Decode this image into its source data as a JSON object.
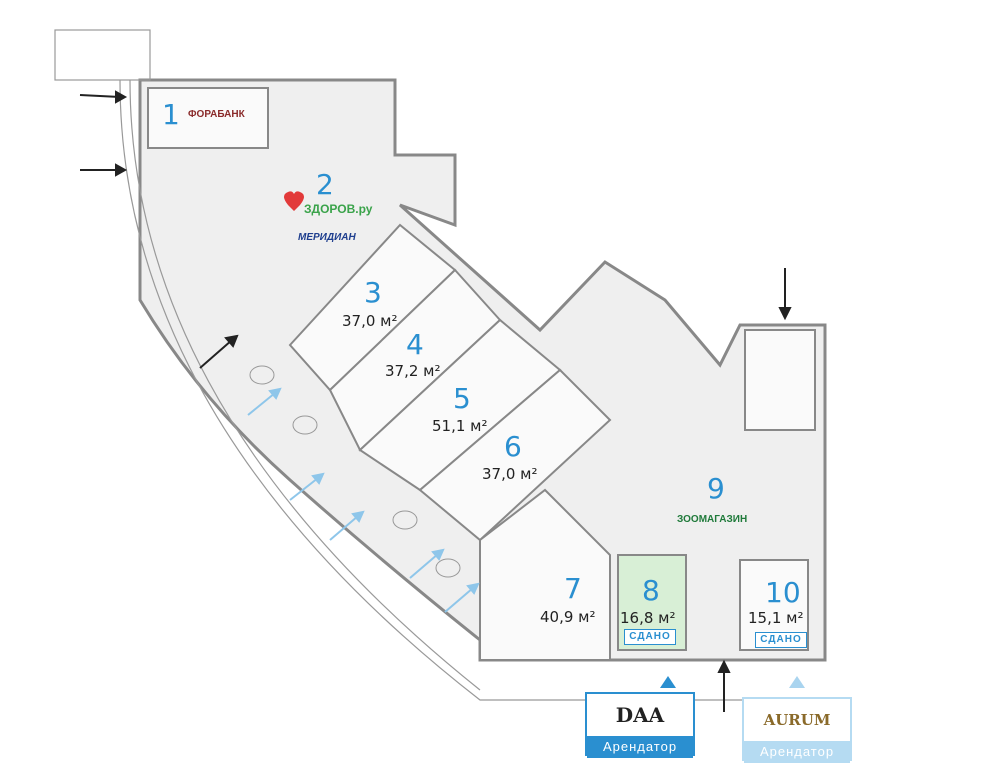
{
  "rooms": [
    {
      "number": "1",
      "tenant": "ФОРАБАНК"
    },
    {
      "number": "2",
      "tenant": "ЗДОРОВ.ру",
      "tenant2": "МЕРИДИАН"
    },
    {
      "number": "3",
      "area": "37,0 м²"
    },
    {
      "number": "4",
      "area": "37,2 м²"
    },
    {
      "number": "5",
      "area": "51,1 м²"
    },
    {
      "number": "6",
      "area": "37,0 м²"
    },
    {
      "number": "7",
      "area": "40,9 м²"
    },
    {
      "number": "8",
      "area": "16,8 м²",
      "status": "СДАНО"
    },
    {
      "number": "9",
      "tenant": "ЗООМАГАЗИН"
    },
    {
      "number": "10",
      "area": "15,1 м²",
      "status": "СДАНО"
    }
  ],
  "tenants": [
    {
      "logo": "DAA",
      "label": "Арендатор"
    },
    {
      "logo": "AURUM",
      "label": "Арендатор"
    }
  ],
  "colors": {
    "accent": "#2a8fd0",
    "rented": "#d8efd6",
    "floor": "#efefef"
  }
}
